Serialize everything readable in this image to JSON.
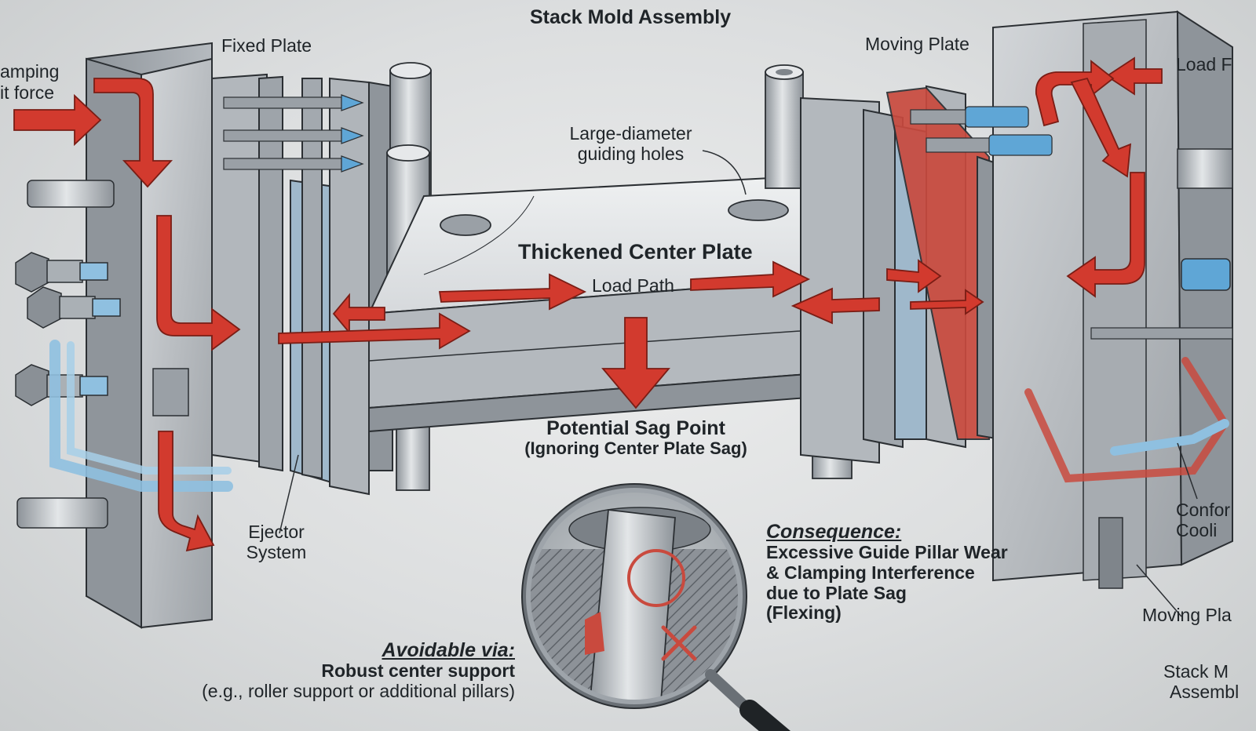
{
  "title": "Stack Mold Assembly",
  "labels": {
    "fixed_plate": "Fixed Plate",
    "moving_plate_top": "Moving Plate",
    "clamping_force_line1": "amping",
    "clamping_force_line2": "it force",
    "load_right": "Load F",
    "guiding_holes_line1": "Large-diameter",
    "guiding_holes_line2": "guiding holes",
    "center_plate": "Thickened Center Plate",
    "load_path": "Load Path",
    "sag_point_line1": "Potential Sag Point",
    "sag_point_line2": "(Ignoring Center Plate Sag)",
    "ejector_line1": "Ejector",
    "ejector_line2": "System",
    "conformal_line1": "Confor",
    "conformal_line2": "Cooli",
    "moving_plate_bottom": "Moving Pla",
    "stack_line1": "Stack M",
    "stack_line2": "Assembl"
  },
  "consequence": {
    "heading": "Consequence:",
    "line1": "Excessive Guide Pillar Wear",
    "line2": "& Clamping Interference",
    "line3": "due to Plate Sag",
    "line4": "(Flexing)"
  },
  "avoidable": {
    "heading": "Avoidable via:",
    "line1": "Robust center support",
    "line2": "(e.g., roller support or additional pillars)"
  },
  "colors": {
    "steel": "#a9aeb3",
    "steel_light": "#c8ccd0",
    "steel_dark": "#7f858b",
    "outline": "#2b2f33",
    "arrow_red": "#d23a2e",
    "cooling_blue": "#8fc0e0",
    "plate_red": "#c94a3e"
  }
}
